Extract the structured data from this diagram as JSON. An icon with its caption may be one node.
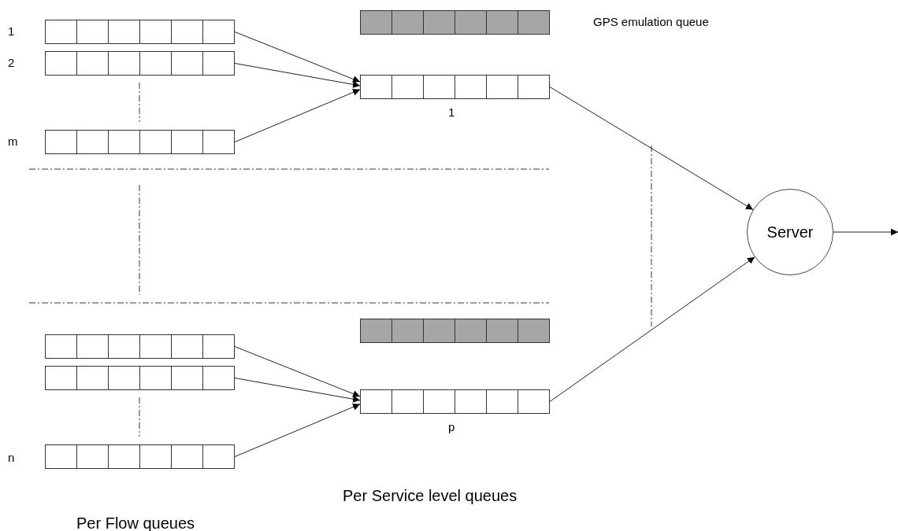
{
  "diagram": {
    "nodes": [
      {
        "text": [],
        "shape": "bar",
        "beside": [
          "1"
        ]
      },
      {
        "text": [],
        "shape": "bar",
        "beside": [
          "2"
        ]
      },
      {
        "text": [],
        "shape": "bar",
        "beside": [
          "GPS emulation queue"
        ]
      },
      {
        "text": [],
        "shape": "bar",
        "beside": [
          "1"
        ]
      },
      {
        "text": [],
        "shape": "bar",
        "beside": [
          "m"
        ]
      },
      {
        "text": [
          "Server"
        ]
      },
      {
        "text": [],
        "shape": "bar"
      },
      {
        "text": [],
        "shape": "bar"
      },
      {
        "text": [],
        "shape": "bar"
      },
      {
        "text": [],
        "shape": "bar",
        "beside": [
          "p"
        ]
      },
      {
        "text": [],
        "shape": "bar",
        "beside": [
          "n"
        ]
      }
    ],
    "edges": [
      {
        "from": 0,
        "to": 3,
        "arrow": "to"
      },
      {
        "from": 1,
        "to": 3,
        "arrow": "to"
      },
      {
        "from": 4,
        "to": 3,
        "arrow": "to"
      },
      {
        "from": 3,
        "to": 5,
        "arrow": "to"
      },
      {
        "from": 7,
        "to": 9,
        "arrow": "to"
      },
      {
        "from": 8,
        "to": 9,
        "arrow": "to"
      },
      {
        "from": 10,
        "to": 9,
        "arrow": "to"
      },
      {
        "from": 9,
        "to": 5,
        "arrow": "to"
      },
      {
        "from": 5,
        "to": null,
        "arrow": "to"
      }
    ],
    "labels": [
      "Per Service level queues",
      "Per Flow queues"
    ]
  }
}
